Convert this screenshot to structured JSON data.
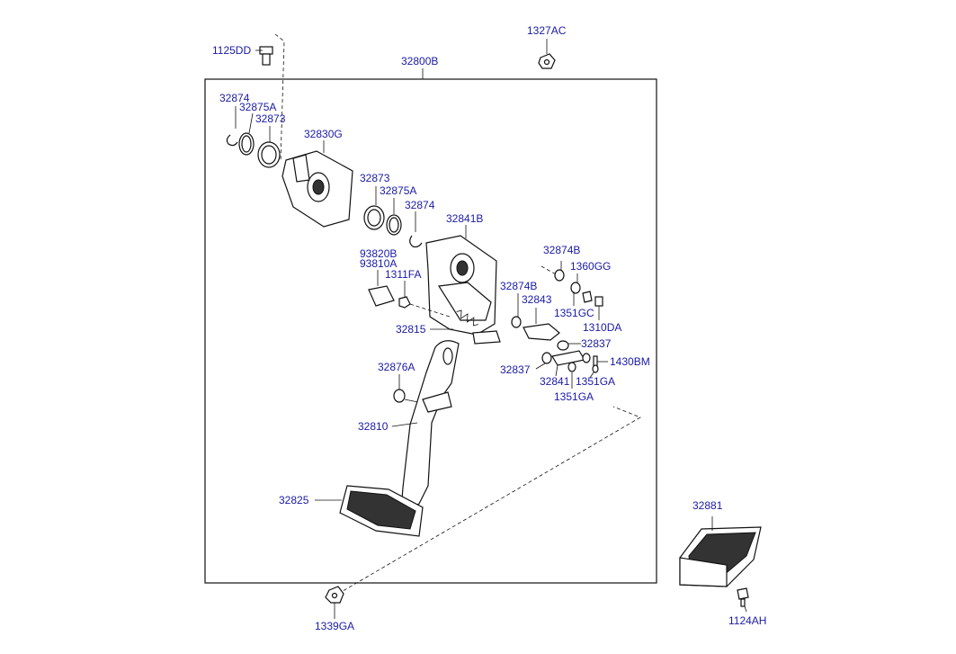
{
  "labels": {
    "p1125DD": "1125DD",
    "p1327AC": "1327AC",
    "p32800B": "32800B",
    "p32874_a": "32874",
    "p32875A_a": "32875A",
    "p32873_a": "32873",
    "p32830G": "32830G",
    "p32873_b": "32873",
    "p32875A_b": "32875A",
    "p32874_b": "32874",
    "p32841B": "32841B",
    "p93820B": "93820B",
    "p93810A": "93810A",
    "p1311FA": "1311FA",
    "p32874B_a": "32874B",
    "p1360GG": "1360GG",
    "p32874B_b": "32874B",
    "p32843": "32843",
    "p1351GC": "1351GC",
    "p1310DA": "1310DA",
    "p32815": "32815",
    "p32837_a": "32837",
    "p1430BM": "1430BM",
    "p32837_b": "32837",
    "p32841": "32841",
    "p1351GA_a": "1351GA",
    "p1351GA_b": "1351GA",
    "p32876A": "32876A",
    "p32810": "32810",
    "p32825": "32825",
    "p32881": "32881",
    "p1339GA": "1339GA",
    "p1124AH": "1124AH"
  }
}
